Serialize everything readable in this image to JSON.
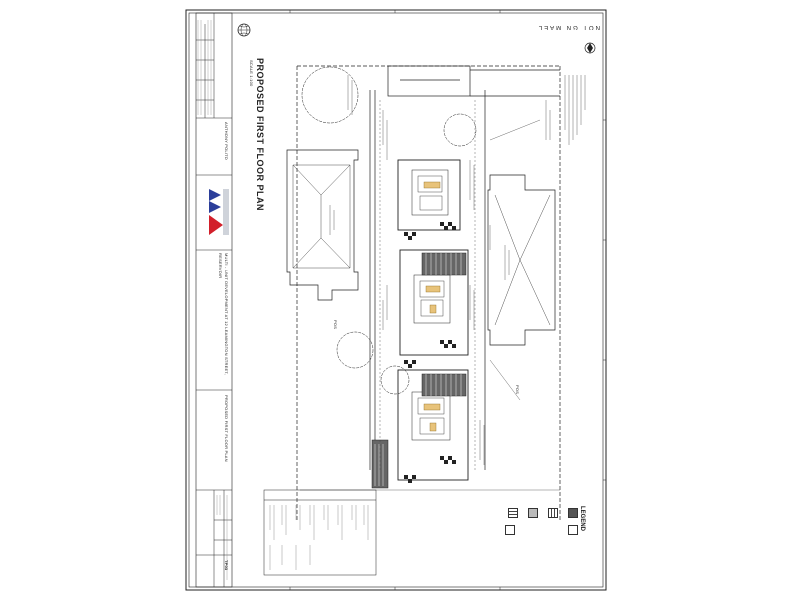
{
  "sheet": {
    "title": "PROPOSED FIRST FLOOR PLAN",
    "scale": "SCALE 1:100",
    "north_label": "NOT GN MAEL",
    "designer": "ANTHONY POLITO",
    "project": "MULTI - UNIT DEVELOPMENT AT 12 LEAMINGTON STREET, RESERVOIR",
    "drawing_title": "PROPOSED FIRST FLOOR PLAN",
    "drawing_no": "TP03",
    "legend_title": "LEGEND",
    "pos_label_1": "POS",
    "pos_label_2": "POS"
  },
  "colors": {
    "logo_blue": "#2b3e9a",
    "logo_red": "#d21f2a",
    "line": "#222222",
    "hatch": "#555555"
  },
  "icons": {
    "globe": "globe-icon",
    "north": "north-arrow-icon"
  }
}
